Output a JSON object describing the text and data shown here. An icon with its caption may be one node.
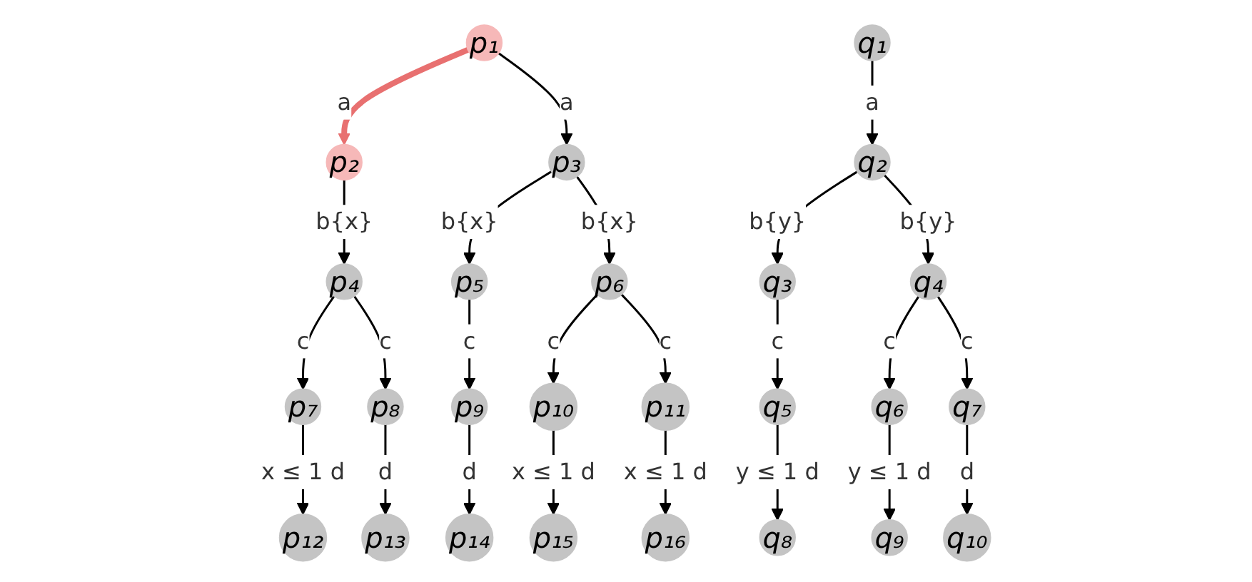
{
  "diagram": {
    "nodes": [
      {
        "text": [
          "p₁"
        ]
      },
      {
        "text": [
          "p₂"
        ]
      },
      {
        "text": [
          "p₃"
        ]
      },
      {
        "text": [
          "p₄"
        ]
      },
      {
        "text": [
          "p₅"
        ]
      },
      {
        "text": [
          "p₆"
        ]
      },
      {
        "text": [
          "p₇"
        ]
      },
      {
        "text": [
          "p₈"
        ]
      },
      {
        "text": [
          "p₉"
        ]
      },
      {
        "text": [
          "p₁₀"
        ]
      },
      {
        "text": [
          "p₁₁"
        ]
      },
      {
        "text": [
          "p₁₂"
        ]
      },
      {
        "text": [
          "p₁₃"
        ]
      },
      {
        "text": [
          "p₁₄"
        ]
      },
      {
        "text": [
          "p₁₅"
        ]
      },
      {
        "text": [
          "p₁₆"
        ]
      },
      {
        "text": [
          "q₁"
        ]
      },
      {
        "text": [
          "q₂"
        ]
      },
      {
        "text": [
          "q₃"
        ]
      },
      {
        "text": [
          "q₄"
        ]
      },
      {
        "text": [
          "q₅"
        ]
      },
      {
        "text": [
          "q₆"
        ]
      },
      {
        "text": [
          "q₇"
        ]
      },
      {
        "text": [
          "q₈"
        ]
      },
      {
        "text": [
          "q₉"
        ]
      },
      {
        "text": [
          "q₁₀"
        ]
      }
    ],
    "edges": [
      {
        "from": 0,
        "to": 1,
        "arrow": "to",
        "label": "a",
        "style": "thick",
        "color": "#e87070"
      },
      {
        "from": 0,
        "to": 2,
        "arrow": "to",
        "label": "a"
      },
      {
        "from": 1,
        "to": 3,
        "arrow": "to",
        "label": "b{x}"
      },
      {
        "from": 2,
        "to": 4,
        "arrow": "to",
        "label": "b{x}"
      },
      {
        "from": 2,
        "to": 5,
        "arrow": "to",
        "label": "b{x}"
      },
      {
        "from": 3,
        "to": 6,
        "arrow": "to",
        "label": "c"
      },
      {
        "from": 3,
        "to": 7,
        "arrow": "to",
        "label": "c"
      },
      {
        "from": 4,
        "to": 8,
        "arrow": "to",
        "label": "c"
      },
      {
        "from": 5,
        "to": 9,
        "arrow": "to",
        "label": "c"
      },
      {
        "from": 5,
        "to": 10,
        "arrow": "to",
        "label": "c"
      },
      {
        "from": 6,
        "to": 11,
        "arrow": "to",
        "label": "x ≤ 1 d"
      },
      {
        "from": 7,
        "to": 12,
        "arrow": "to",
        "label": "d"
      },
      {
        "from": 8,
        "to": 13,
        "arrow": "to",
        "label": "d"
      },
      {
        "from": 9,
        "to": 14,
        "arrow": "to",
        "label": "x ≤ 1 d"
      },
      {
        "from": 10,
        "to": 15,
        "arrow": "to",
        "label": "x ≤ 1 d"
      },
      {
        "from": 16,
        "to": 17,
        "arrow": "to",
        "label": "a"
      },
      {
        "from": 17,
        "to": 18,
        "arrow": "to",
        "label": "b{y}"
      },
      {
        "from": 17,
        "to": 19,
        "arrow": "to",
        "label": "b{y}"
      },
      {
        "from": 18,
        "to": 20,
        "arrow": "to",
        "label": "c"
      },
      {
        "from": 19,
        "to": 21,
        "arrow": "to",
        "label": "c"
      },
      {
        "from": 19,
        "to": 22,
        "arrow": "to",
        "label": "c"
      },
      {
        "from": 20,
        "to": 23,
        "arrow": "to",
        "label": "y ≤ 1 d"
      },
      {
        "from": 21,
        "to": 24,
        "arrow": "to",
        "label": "y ≤ 1 d"
      },
      {
        "from": 22,
        "to": 25,
        "arrow": "to",
        "label": "d"
      }
    ]
  }
}
